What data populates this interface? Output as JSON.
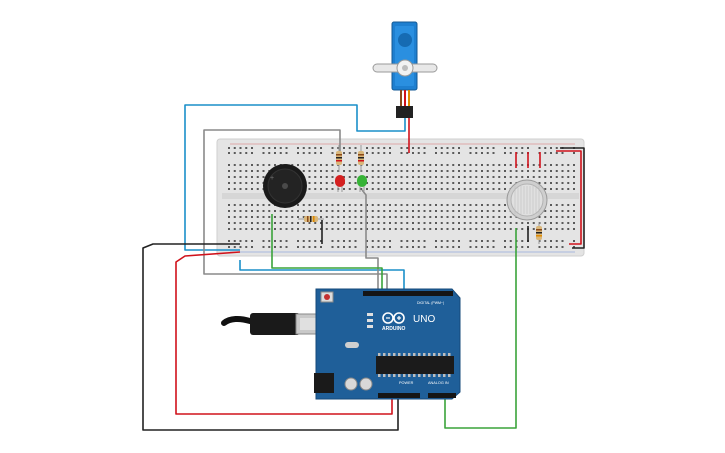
{
  "board": {
    "brand": "ARDUINO",
    "model": "UNO",
    "digital_label": "DIGITAL (PWM~)",
    "power_label": "POWER",
    "analog_label": "ANALOG IN"
  },
  "colors": {
    "breadboard": "#e6e6e6",
    "board": "#1f5f99",
    "wire_blue": "#1a8fc9",
    "wire_gray": "#8a8a8a",
    "wire_black": "#222222",
    "wire_red": "#d0121b",
    "wire_green": "#3aa33a",
    "led_red": "#d42020",
    "led_green": "#37b337",
    "servo": "#1e7fd0"
  }
}
